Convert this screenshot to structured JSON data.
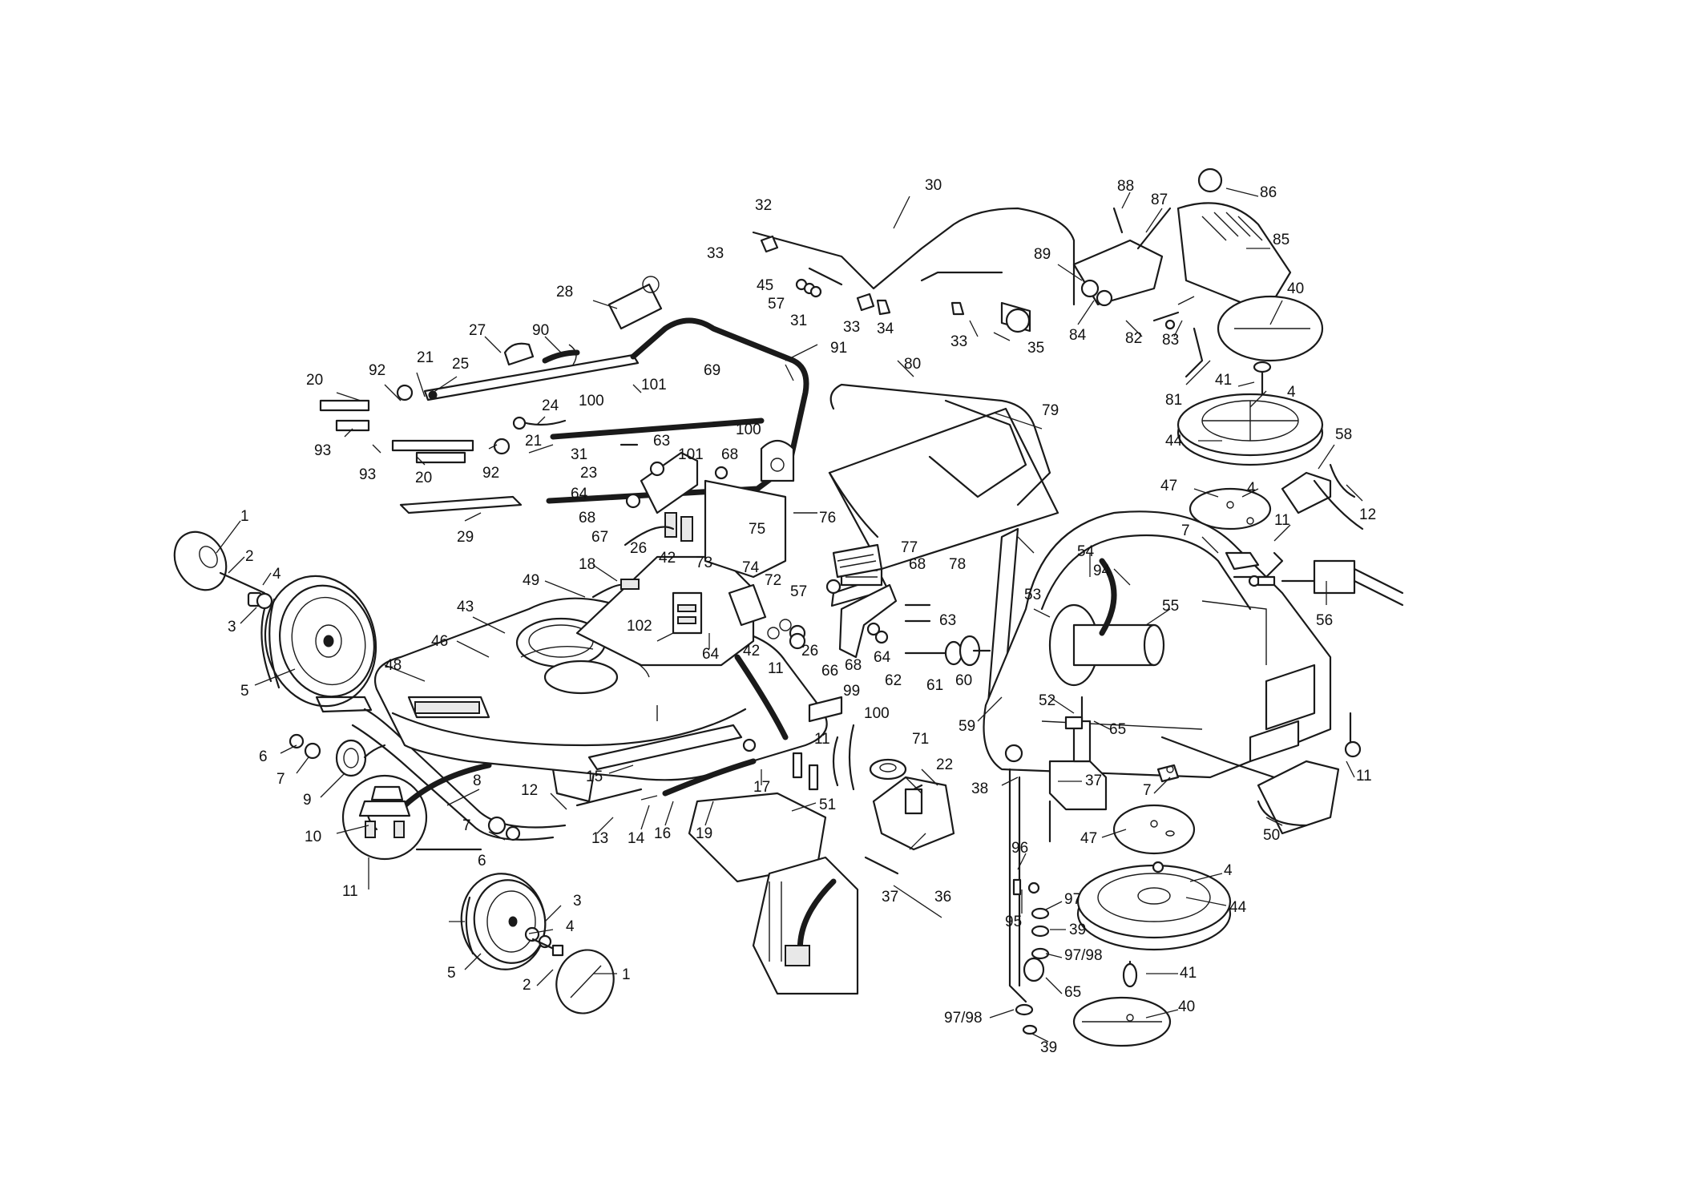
{
  "labels": [
    {
      "id": "1a",
      "text": "1"
    },
    {
      "id": "2a",
      "text": "2"
    },
    {
      "id": "4a",
      "text": "4"
    },
    {
      "id": "3a",
      "text": "3"
    },
    {
      "id": "5a",
      "text": "5"
    },
    {
      "id": "6a",
      "text": "6"
    },
    {
      "id": "7a",
      "text": "7"
    },
    {
      "id": "9",
      "text": "9"
    },
    {
      "id": "10",
      "text": "10"
    },
    {
      "id": "11a",
      "text": "11"
    },
    {
      "id": "8",
      "text": "8"
    },
    {
      "id": "12a",
      "text": "12"
    },
    {
      "id": "7b",
      "text": "7"
    },
    {
      "id": "6b",
      "text": "6"
    },
    {
      "id": "3b",
      "text": "3"
    },
    {
      "id": "4b",
      "text": "4"
    },
    {
      "id": "5b",
      "text": "5"
    },
    {
      "id": "2b",
      "text": "2"
    },
    {
      "id": "1b",
      "text": "1"
    },
    {
      "id": "13",
      "text": "13"
    },
    {
      "id": "14",
      "text": "14"
    },
    {
      "id": "16",
      "text": "16"
    },
    {
      "id": "19",
      "text": "19"
    },
    {
      "id": "15",
      "text": "15"
    },
    {
      "id": "17",
      "text": "17"
    },
    {
      "id": "51",
      "text": "51"
    },
    {
      "id": "48",
      "text": "48"
    },
    {
      "id": "46",
      "text": "46"
    },
    {
      "id": "43",
      "text": "43"
    },
    {
      "id": "49",
      "text": "49"
    },
    {
      "id": "18",
      "text": "18"
    },
    {
      "id": "102",
      "text": "102"
    },
    {
      "id": "64a",
      "text": "64"
    },
    {
      "id": "29",
      "text": "29"
    },
    {
      "id": "20a",
      "text": "20"
    },
    {
      "id": "93a",
      "text": "93"
    },
    {
      "id": "92a",
      "text": "92"
    },
    {
      "id": "21a",
      "text": "21"
    },
    {
      "id": "25",
      "text": "25"
    },
    {
      "id": "27",
      "text": "27"
    },
    {
      "id": "90",
      "text": "90"
    },
    {
      "id": "28",
      "text": "28"
    },
    {
      "id": "93b",
      "text": "93"
    },
    {
      "id": "20b",
      "text": "20"
    },
    {
      "id": "92b",
      "text": "92"
    },
    {
      "id": "24",
      "text": "24"
    },
    {
      "id": "21b",
      "text": "21"
    },
    {
      "id": "100a",
      "text": "100"
    },
    {
      "id": "101a",
      "text": "101"
    },
    {
      "id": "69",
      "text": "69"
    },
    {
      "id": "91",
      "text": "91"
    },
    {
      "id": "31a",
      "text": "31"
    },
    {
      "id": "23",
      "text": "23"
    },
    {
      "id": "63a",
      "text": "63"
    },
    {
      "id": "101b",
      "text": "101"
    },
    {
      "id": "100b",
      "text": "100"
    },
    {
      "id": "68a",
      "text": "68"
    },
    {
      "id": "64b",
      "text": "64"
    },
    {
      "id": "68b",
      "text": "68"
    },
    {
      "id": "67",
      "text": "67"
    },
    {
      "id": "26a",
      "text": "26"
    },
    {
      "id": "42a",
      "text": "42"
    },
    {
      "id": "73",
      "text": "73"
    },
    {
      "id": "75",
      "text": "75"
    },
    {
      "id": "74",
      "text": "74"
    },
    {
      "id": "76",
      "text": "76"
    },
    {
      "id": "72",
      "text": "72"
    },
    {
      "id": "42b",
      "text": "42"
    },
    {
      "id": "26b",
      "text": "26"
    },
    {
      "id": "57a",
      "text": "57"
    },
    {
      "id": "77",
      "text": "77"
    },
    {
      "id": "68c",
      "text": "68"
    },
    {
      "id": "63b",
      "text": "63"
    },
    {
      "id": "68d",
      "text": "68"
    },
    {
      "id": "64c",
      "text": "64"
    },
    {
      "id": "66",
      "text": "66"
    },
    {
      "id": "62",
      "text": "62"
    },
    {
      "id": "61",
      "text": "61"
    },
    {
      "id": "60",
      "text": "60"
    },
    {
      "id": "11b",
      "text": "11"
    },
    {
      "id": "99",
      "text": "99"
    },
    {
      "id": "100c",
      "text": "100"
    },
    {
      "id": "11c",
      "text": "11"
    },
    {
      "id": "71",
      "text": "71"
    },
    {
      "id": "22",
      "text": "22"
    },
    {
      "id": "37a",
      "text": "37"
    },
    {
      "id": "36",
      "text": "36"
    },
    {
      "id": "32",
      "text": "32"
    },
    {
      "id": "33a",
      "text": "33"
    },
    {
      "id": "45",
      "text": "45"
    },
    {
      "id": "57b",
      "text": "57"
    },
    {
      "id": "31b",
      "text": "31"
    },
    {
      "id": "33b",
      "text": "33"
    },
    {
      "id": "34",
      "text": "34"
    },
    {
      "id": "30",
      "text": "30"
    },
    {
      "id": "33c",
      "text": "33"
    },
    {
      "id": "35",
      "text": "35"
    },
    {
      "id": "80",
      "text": "80"
    },
    {
      "id": "79",
      "text": "79"
    },
    {
      "id": "78",
      "text": "78"
    },
    {
      "id": "88",
      "text": "88"
    },
    {
      "id": "87",
      "text": "87"
    },
    {
      "id": "86",
      "text": "86"
    },
    {
      "id": "85",
      "text": "85"
    },
    {
      "id": "89",
      "text": "89"
    },
    {
      "id": "84",
      "text": "84"
    },
    {
      "id": "82",
      "text": "82"
    },
    {
      "id": "83",
      "text": "83"
    },
    {
      "id": "40a",
      "text": "40"
    },
    {
      "id": "81",
      "text": "81"
    },
    {
      "id": "41a",
      "text": "41"
    },
    {
      "id": "4c",
      "text": "4"
    },
    {
      "id": "44a",
      "text": "44"
    },
    {
      "id": "58",
      "text": "58"
    },
    {
      "id": "47a",
      "text": "47"
    },
    {
      "id": "4d",
      "text": "4"
    },
    {
      "id": "12b",
      "text": "12"
    },
    {
      "id": "7c",
      "text": "7"
    },
    {
      "id": "11d",
      "text": "11"
    },
    {
      "id": "56",
      "text": "56"
    },
    {
      "id": "54",
      "text": "54"
    },
    {
      "id": "94",
      "text": "94"
    },
    {
      "id": "53",
      "text": "53"
    },
    {
      "id": "55",
      "text": "55"
    },
    {
      "id": "59",
      "text": "59"
    },
    {
      "id": "52",
      "text": "52"
    },
    {
      "id": "65a",
      "text": "65"
    },
    {
      "id": "38",
      "text": "38"
    },
    {
      "id": "37b",
      "text": "37"
    },
    {
      "id": "7d",
      "text": "7"
    },
    {
      "id": "11e",
      "text": "11"
    },
    {
      "id": "50",
      "text": "50"
    },
    {
      "id": "47b",
      "text": "47"
    },
    {
      "id": "96",
      "text": "96"
    },
    {
      "id": "97a",
      "text": "97"
    },
    {
      "id": "95",
      "text": "95"
    },
    {
      "id": "39a",
      "text": "39"
    },
    {
      "id": "9798a",
      "text": "97/98"
    },
    {
      "id": "65b",
      "text": "65"
    },
    {
      "id": "4e",
      "text": "4"
    },
    {
      "id": "44b",
      "text": "44"
    },
    {
      "id": "41b",
      "text": "41"
    },
    {
      "id": "40b",
      "text": "40"
    },
    {
      "id": "9798b",
      "text": "97/98"
    },
    {
      "id": "39b",
      "text": "39"
    }
  ],
  "icons": [
    "wheel-icon",
    "hubcap-icon",
    "grass-bag-icon",
    "handle-icon",
    "blade-icon",
    "gearbox-icon",
    "engine-housing-icon"
  ]
}
